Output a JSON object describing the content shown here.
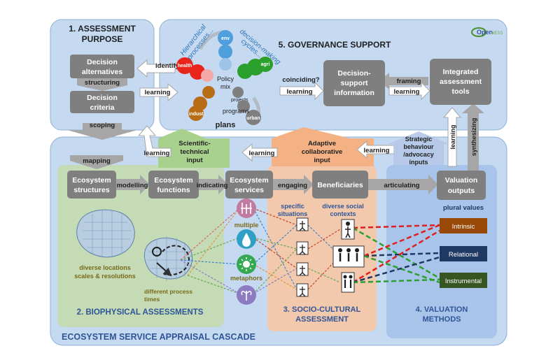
{
  "panels": {
    "assessment_purpose": "1. ASSESSMENT PURPOSE",
    "governance_support": "5. GOVERNANCE SUPPORT",
    "biophysical": "2. BIOPHYSICAL ASSESSMENTS",
    "socio_cultural": "3. SOCIO-CULTURAL ASSESSMENT",
    "valuation": "4. VALUATION METHODS",
    "cascade": "ECOSYSTEM SERVICE APPRAISAL CASCADE"
  },
  "logo": "OpenNESS",
  "boxes": {
    "decision_alternatives": "Decision alternatives",
    "decision_criteria": "Decision criteria",
    "decision_support_info": "Decision-support information",
    "integrated_tools": "Integrated assessment tools",
    "ecosystem_structures": "Ecosystem structures",
    "ecosystem_functions": "Ecosystem functions",
    "ecosystem_services": "Ecosystem services",
    "beneficiaries": "Beneficiaries",
    "valuation_outputs": "Valuation outputs"
  },
  "arrows": {
    "identifying": "identifying",
    "structuring": "structuring",
    "learning_purpose": "learning",
    "scoping": "scoping",
    "coinciding": "coinciding?",
    "learning_gov": "learning",
    "framing": "framing",
    "learning_tools": "learning",
    "learning_vertical": "learning",
    "synthesizing": "synthesizing",
    "mapping": "mapping",
    "modelling": "modelling",
    "indicating": "indicating",
    "engaging": "engaging",
    "articulating": "articulating",
    "learning_left": "learning",
    "learning_mid": "learning",
    "learning_right": "learning"
  },
  "inputs": {
    "scientific": "Scientific-technical input",
    "adaptive": "Adaptive collaborative input",
    "strategic": "Strategic behaviour /advocacy inputs"
  },
  "policy": {
    "hierarchical": "Hierarchical processes...",
    "decision_cycles": "decision-making cycles...",
    "policy_mix": "Policy mix",
    "programs": "programs",
    "plans": "plans",
    "env": "env",
    "health": "health",
    "agri": "agri",
    "indust": "indust",
    "projects": "projects",
    "urban": "urban"
  },
  "biophysical_labels": {
    "diverse_locations": "diverse locations scales & resolutions",
    "process_times": "different process times"
  },
  "service_labels": {
    "multiple": "multiple",
    "metaphors": "metaphors"
  },
  "social_labels": {
    "specific": "specific situations",
    "diverse": "diverse social contexts"
  },
  "values": {
    "heading": "plural values",
    "intrinsic": "Intrinsic",
    "relational": "Relational",
    "instrumental": "Instrumental"
  },
  "colors": {
    "panel_blue": "#c5d9f1",
    "box_gray": "#7f7f7f",
    "green_panel": "#c4dbb5",
    "peach_panel": "#f2c9ad",
    "valuation_panel": "#a9c4ea",
    "intrinsic": "#984807",
    "relational": "#1f3864",
    "instrumental": "#375623",
    "red_circle": "#e8241d",
    "green_circle": "#2ca02c",
    "brown_circle": "#b96c16",
    "blue_circle": "#4e9fdc"
  }
}
